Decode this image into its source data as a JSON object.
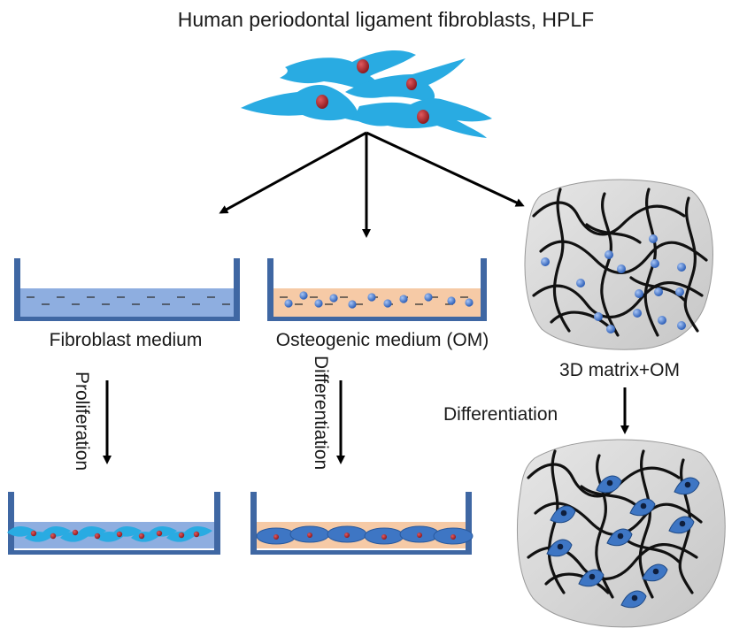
{
  "title": "Human periodontal ligament fibroblasts, HPLF",
  "labels": {
    "fibroblast_medium": "Fibroblast medium",
    "osteogenic_medium": "Osteogenic medium (OM)",
    "matrix_om": "3D matrix+OM"
  },
  "process": {
    "proliferation": "Proliferation",
    "differentiation_dish": "Differentiation",
    "differentiation_matrix": "Differentiation"
  },
  "colors": {
    "cell": "#29abe2",
    "nucleus": "#b2262b",
    "dish_wall": "#3f67a3",
    "fibroblast_medium": "#8eaee0",
    "osteogenic_medium": "#f6caa6",
    "bead": "#3a6fc9",
    "matrix_fill": "#d4d4d4",
    "fiber": "#111111",
    "differentiated_cell": "#3e76c4",
    "arrow": "#000000"
  }
}
